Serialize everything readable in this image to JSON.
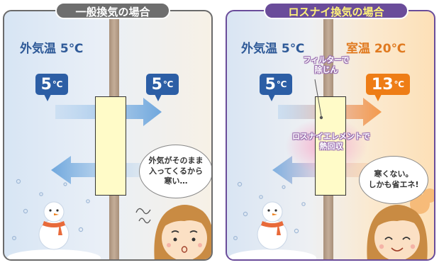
{
  "colors": {
    "cold_blue": "#2c5ea5",
    "warm_orange": "#ee7d16",
    "lossnay_purple": "#6a4c9a",
    "title_gray": "#6e6e6e",
    "vent_yellow": "#fffbc8"
  },
  "left_panel": {
    "title": "一般換気の場合",
    "outdoor_label": "外気温 5℃",
    "temp_outdoor": "5",
    "temp_indoor": "5",
    "temp_unit": "℃",
    "speech": [
      "外気がそのまま",
      "入ってくるから",
      "寒い…"
    ],
    "icons": [
      "snowman-icon",
      "snowflake-icon",
      "worried-girl-icon",
      "shiver-mark-icon"
    ]
  },
  "right_panel": {
    "title": "ロスナイ換気の場合",
    "outdoor_label": "外気温 5℃",
    "room_label": "室温 20℃",
    "temp_outdoor": "5",
    "temp_indoor": "13",
    "temp_unit": "℃",
    "filter_note": [
      "フィルターで",
      "除じん"
    ],
    "element_note": [
      "ロスナイエレメントで",
      "熱回収"
    ],
    "speech": [
      "寒くない。",
      "しかも省エネ!"
    ],
    "icons": [
      "snowman-icon",
      "snowflake-icon",
      "happy-girl-icon",
      "warm-steam-icon"
    ]
  }
}
